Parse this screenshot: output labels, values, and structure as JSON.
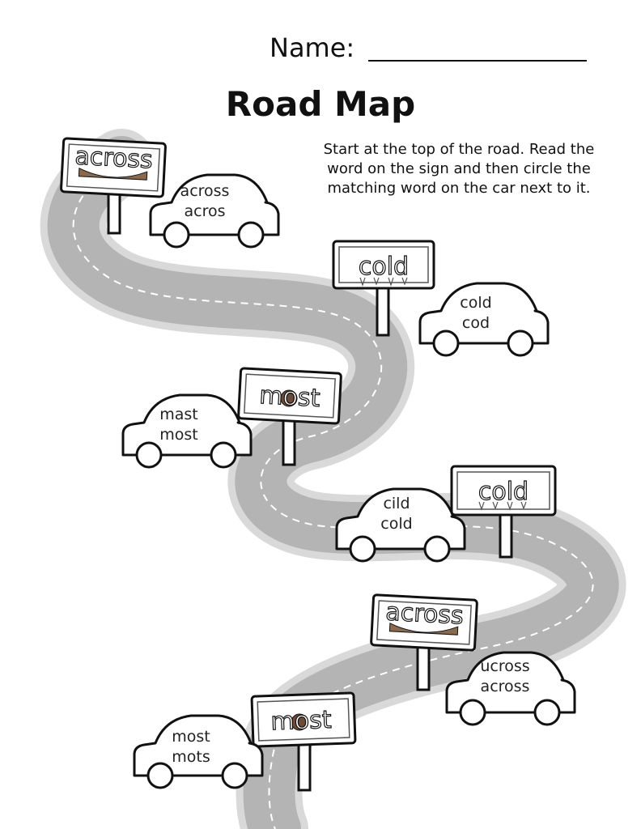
{
  "header": {
    "name_label": "Name:",
    "title": "Road Map"
  },
  "instructions": [
    "Start at the top of the road. Read the",
    "word on the sign and then circle the",
    "matching word on the car next to it."
  ],
  "stops": [
    {
      "sign_word": "across",
      "sign_icon": "bridge-icon",
      "car_words": [
        "across",
        "acros"
      ]
    },
    {
      "sign_word": "cold",
      "sign_icon": "icicles-icon",
      "car_words": [
        "cold",
        "cod"
      ]
    },
    {
      "sign_word": "most",
      "sign_icon": "cookie-icon",
      "car_words": [
        "mast",
        "most"
      ]
    },
    {
      "sign_word": "cold",
      "sign_icon": "icicles-icon",
      "car_words": [
        "cild",
        "cold"
      ]
    },
    {
      "sign_word": "across",
      "sign_icon": "bridge-icon",
      "car_words": [
        "ucross",
        "across"
      ]
    },
    {
      "sign_word": "most",
      "sign_icon": "cookie-icon",
      "car_words": [
        "most",
        "mots"
      ]
    }
  ],
  "colors": {
    "road": "#b4b4b4",
    "road_edge": "#d9d9d9",
    "lane_marks": "#ffffff",
    "outline": "#111111",
    "sign_text": "#ffffff",
    "bridge": "#8a6a4a",
    "cookie": "#6b4a36"
  }
}
